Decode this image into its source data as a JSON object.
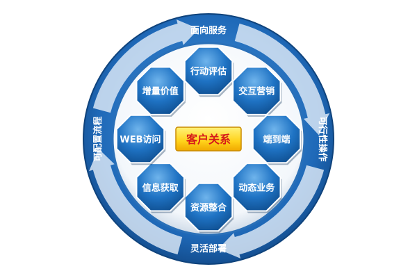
{
  "diagram": {
    "center_label": "客户关系",
    "ring_labels": {
      "top": "面向服务",
      "right": "可行性操作",
      "bottom": "灵活部署",
      "left": "可配置流程"
    },
    "nodes": [
      "行动评估",
      "交互营销",
      "端到端",
      "动态业务",
      "资源整合",
      "信息获取",
      "WEB访问",
      "增量价值"
    ],
    "colors": {
      "ring_outer": "#1b5fa8",
      "ring_inner": "#3f8fd6",
      "arrow": "#dfeaf6",
      "octagon": "#1d6fc0",
      "octagon_highlight": "#5aa6e6",
      "center_fill": "#ffd21a",
      "center_text": "#d61a1a"
    }
  }
}
